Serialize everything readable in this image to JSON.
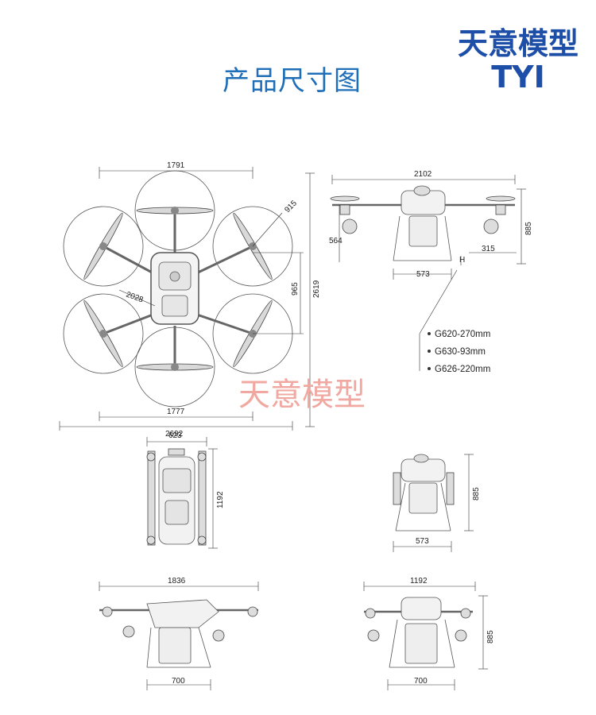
{
  "title": "产品尺寸图",
  "brand": {
    "name_cn": "天意模型",
    "name_en": "TYI"
  },
  "watermark": "天意模型",
  "top_view": {
    "width_props": "1791",
    "prop_diameter": "915",
    "diagonal": "2028",
    "arm_length": "965",
    "total_height": "2619",
    "width_folded": "1777",
    "width_total": "2692"
  },
  "front_view": {
    "width": "2102",
    "height": "885",
    "leg_height": "564",
    "tank_offset": "315",
    "base_width": "573",
    "h_label": "H"
  },
  "variants": [
    "G620-270mm",
    "G630-93mm",
    "G626-220mm"
  ],
  "folded_top": {
    "width": "623",
    "length": "1192"
  },
  "folded_front": {
    "height": "885",
    "base_width": "573"
  },
  "side_left": {
    "width": "1836",
    "base_width": "700"
  },
  "side_right": {
    "width": "1192",
    "height": "885",
    "base_width": "700"
  }
}
